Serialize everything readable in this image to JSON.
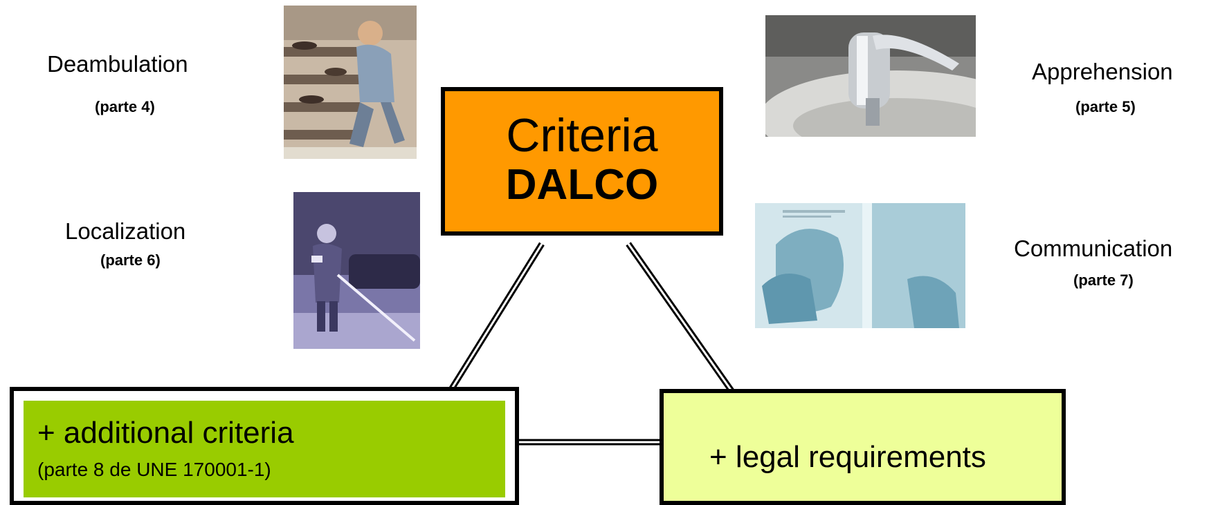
{
  "center": {
    "title": "Criteria",
    "subtitle": "DALCO"
  },
  "criteria": {
    "deambulation": {
      "name": "Deambulation",
      "part": "(parte 4)"
    },
    "apprehension": {
      "name": "Apprehension",
      "part": "(parte 5)"
    },
    "localization": {
      "name": "Localization",
      "part": "(parte 6)"
    },
    "communication": {
      "name": "Communication",
      "part": "(parte 7)"
    }
  },
  "additional": {
    "label": "+ additional criteria",
    "note": "(parte 8 de UNE 170001-1)"
  },
  "legal": {
    "label": "+ legal requirements"
  },
  "colors": {
    "center_fill": "#ff9900",
    "additional_fill": "#99cc00",
    "legal_fill": "#eeff99",
    "outline": "#000000"
  }
}
